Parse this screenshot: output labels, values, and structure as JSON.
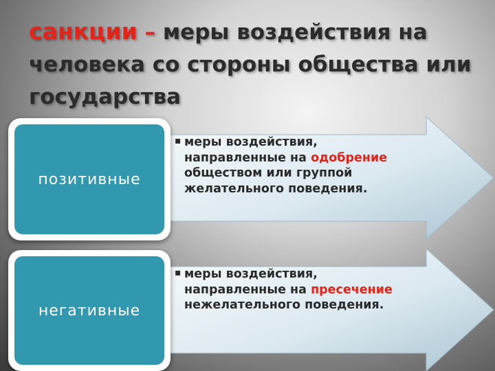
{
  "title": {
    "keyword": "санкции",
    "dash": "–",
    "rest": "меры воздействия на человека со стороны общества или государства"
  },
  "rows": [
    {
      "label": "позитивные",
      "bullet": "▪",
      "line1": "меры воздействия,",
      "line2_prefix": "направленные на",
      "highlight": "одобрение",
      "line3": "обществом или группой",
      "line4": "желательного поведения."
    },
    {
      "label": "негативные",
      "bullet": "▪",
      "line1": "меры воздействия,",
      "line2_prefix": "направленные на",
      "highlight": "пресечение",
      "line3": "нежелательного поведения.",
      "line4": ""
    }
  ],
  "colors": {
    "accent_red": "#e3241b",
    "box_teal": "#3198af",
    "arrow_light": "#eaf3f8",
    "arrow_dark": "#b3cdd9"
  }
}
